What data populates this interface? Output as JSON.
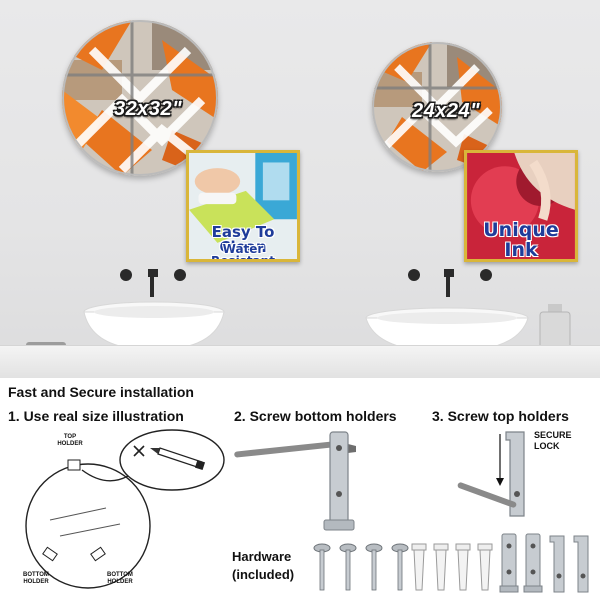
{
  "product": {
    "sizes": [
      {
        "label": "32x32\""
      },
      {
        "label": "24x24\""
      }
    ],
    "badges": [
      {
        "line1": "Easy To Clean",
        "line2": "Water Resistant"
      },
      {
        "line1": "Unique",
        "line2": "Ink"
      }
    ]
  },
  "installation": {
    "title": "Fast and Secure installation",
    "steps": [
      {
        "label": "1. Use real size illustration"
      },
      {
        "label": "2. Screw bottom holders"
      },
      {
        "label": "3. Screw top holders"
      }
    ],
    "diagram_labels": {
      "top_holder": "TOP\nHOLDER",
      "bottom_holder_left": "BOTTOM\nHOLDER",
      "bottom_holder_right": "BOTTOM\nHOLDER",
      "secure_lock": "SECURE\nLOCK"
    },
    "hardware": {
      "line1": "Hardware",
      "line2": "(included)"
    }
  },
  "colors": {
    "badge_border": "#d9b63a",
    "badge_text": "#1f3c9a",
    "mirror_orange": "#e8751f"
  }
}
